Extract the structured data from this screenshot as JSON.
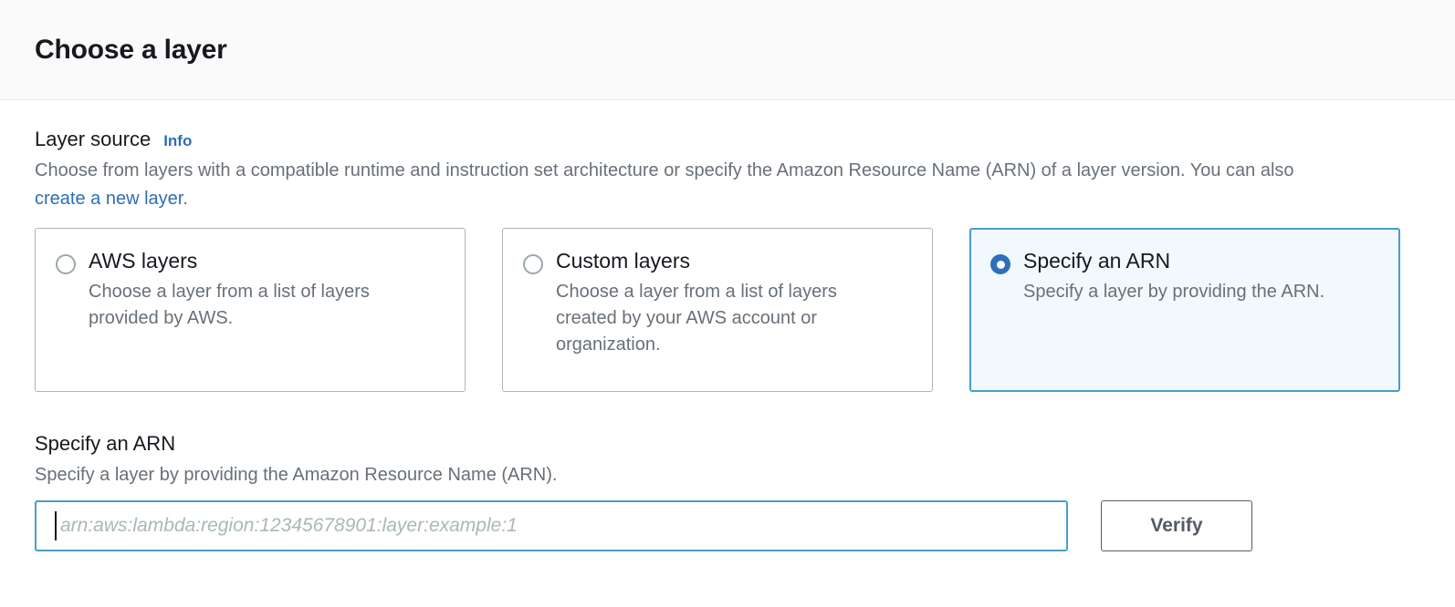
{
  "header": {
    "title": "Choose a layer"
  },
  "layer_source": {
    "label": "Layer source",
    "info_label": "Info",
    "description_part1": "Choose from layers with a compatible runtime and instruction set architecture or specify the Amazon Resource Name (ARN) of a layer version. You can also ",
    "description_link": "create a new layer",
    "description_part2": ".",
    "options": [
      {
        "title": "AWS layers",
        "description": "Choose a layer from a list of layers provided by AWS.",
        "selected": false
      },
      {
        "title": "Custom layers",
        "description": "Choose a layer from a list of layers created by your AWS account or organization.",
        "selected": false
      },
      {
        "title": "Specify an ARN",
        "description": "Specify a layer by providing the ARN.",
        "selected": true
      }
    ]
  },
  "arn_section": {
    "heading": "Specify an ARN",
    "description": "Specify a layer by providing the Amazon Resource Name (ARN).",
    "input_value": "",
    "input_placeholder": "arn:aws:lambda:region:12345678901:layer:example:1",
    "verify_label": "Verify"
  },
  "colors": {
    "accent_blue": "#2d70b8",
    "link_blue": "#2d6eb4",
    "focus_border": "#4a9cc7",
    "selected_tile_bg": "#f1f8fe",
    "tile_border": "#aab7b8",
    "text_primary": "#16191f",
    "text_secondary": "#687078",
    "button_border": "#545b64",
    "header_bg": "#fafafa"
  }
}
